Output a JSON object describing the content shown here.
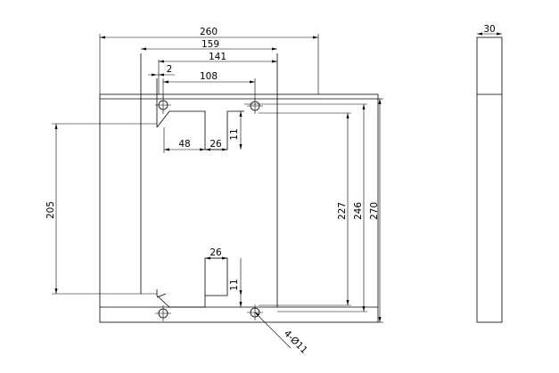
{
  "dimensions": {
    "overall_width": "260",
    "inner_width": "159",
    "hole_to_edge": "141",
    "offset": "2",
    "hole_spacing": "108",
    "slot_length": "48",
    "slot_step_upper": "26",
    "slot_step_lower": "26",
    "step_height_upper": "11",
    "step_height_lower": "11",
    "side_span": "205",
    "hole_vertical": "227",
    "bracket_height": "246",
    "overall_height": "270",
    "thickness": "30",
    "hole_callout": "4-Ø11"
  }
}
